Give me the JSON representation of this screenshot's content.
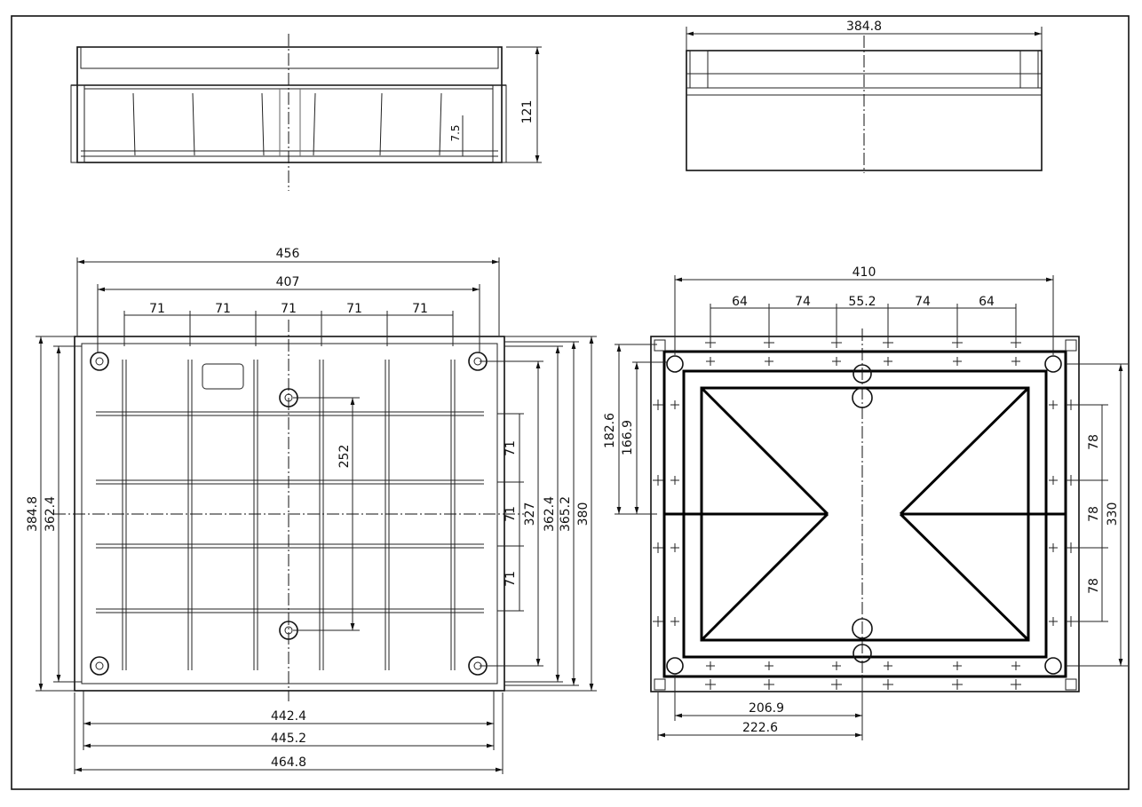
{
  "dimensions": {
    "side_height": "121",
    "side_groove": "7.5",
    "top_width": "384.8",
    "bottom_overall_top": "456",
    "bottom_hole_span": "407",
    "bottom_pitch": [
      "71",
      "71",
      "71",
      "71",
      "71"
    ],
    "bottom_width_442": "442.4",
    "bottom_width_445": "445.2",
    "bottom_width_464": "464.8",
    "bottom_inner_252": "252",
    "bottom_right_pitch": [
      "71",
      "71",
      "71"
    ],
    "bottom_right_327": "327",
    "bottom_right_362": "362.4",
    "bottom_right_365": "365.2",
    "bottom_right_380": "380",
    "bottom_left_384": "384.8",
    "bottom_left_362": "362.4",
    "lid_overall": "410",
    "lid_pitch": [
      "64",
      "74",
      "55.2",
      "74",
      "64"
    ],
    "lid_left_182": "182.6",
    "lid_left_166": "166.9",
    "lid_right_pitch": [
      "78",
      "78",
      "78"
    ],
    "lid_right_330": "330",
    "lid_bottom_206": "206.9",
    "lid_bottom_222": "222.6"
  }
}
